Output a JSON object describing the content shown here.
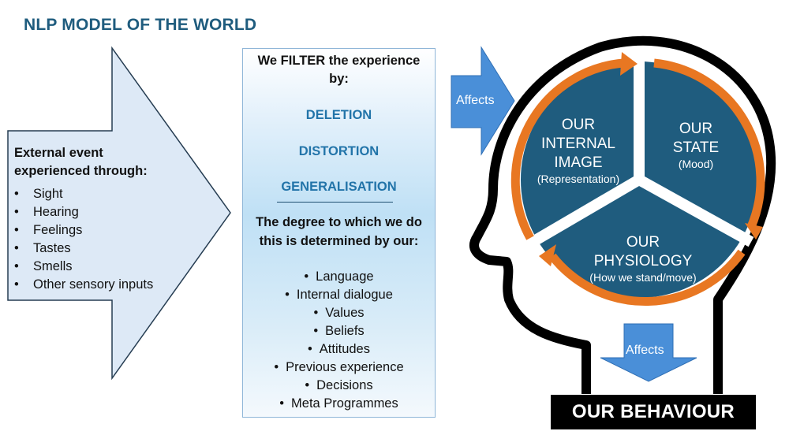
{
  "title": "NLP MODEL OF THE WORLD",
  "external": {
    "heading_line1": "External event",
    "heading_line2": "experienced through:",
    "senses": [
      "Sight",
      "Hearing",
      "Feelings",
      "Tastes",
      "Smells",
      "Other sensory inputs"
    ]
  },
  "filter": {
    "heading_line1": "We FILTER the experience",
    "heading_line2": "by:",
    "methods": [
      "DELETION",
      "DISTORTION",
      "GENERALISATION"
    ],
    "sub_line1": "The degree to which we do",
    "sub_line2": "this is determined by our:",
    "factors": [
      "Language",
      "Internal dialogue",
      "Values",
      "Beliefs",
      "Attitudes",
      "Previous experience",
      "Decisions",
      "Meta Programmes"
    ]
  },
  "affects_top": "Affects",
  "affects_bottom": "Affects",
  "segments": {
    "image": {
      "line1": "OUR",
      "line2": "INTERNAL",
      "line3": "IMAGE",
      "sub": "(Representation)"
    },
    "state": {
      "line1": "OUR",
      "line2": "STATE",
      "sub": "(Mood)"
    },
    "physiology": {
      "line1": "OUR",
      "line2": "PHYSIOLOGY",
      "sub": "(How we stand/move)"
    }
  },
  "behaviour": "OUR BEHAVIOUR",
  "colors": {
    "title": "#1f5c7e",
    "method": "#2274a9",
    "segment_fill": "#1f5c7e",
    "cycle_arrow": "#e87722",
    "affects_arrow": "#4a8fd8"
  }
}
